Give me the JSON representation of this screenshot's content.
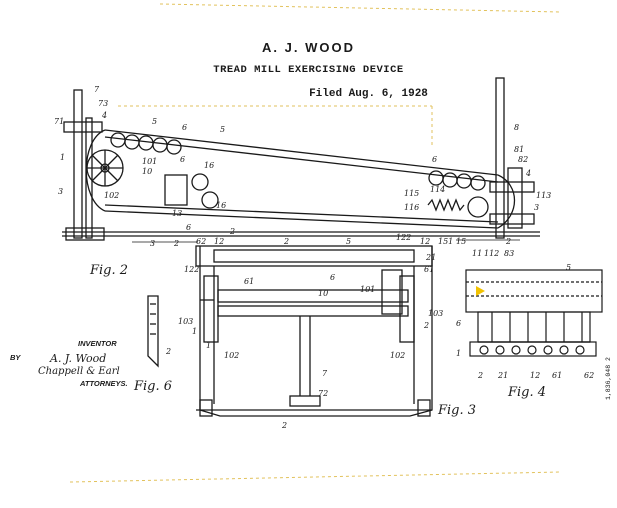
{
  "header": {
    "inventor": "A. J. WOOD",
    "title": "TREAD MILL EXERCISING DEVICE",
    "filed": "Filed Aug. 6, 1928"
  },
  "figures": {
    "fig2": "Fig. 2",
    "fig3": "Fig. 3",
    "fig4": "Fig. 4",
    "fig6": "Fig. 6"
  },
  "signature_block": {
    "inventor_caption": "INVENTOR",
    "inventor_signature": "A. J. Wood",
    "by": "BY",
    "attorney_signature": "Chappell & Earl",
    "attorney_caption": "ATTORNEYS."
  },
  "side_text": "1,836,048 2",
  "reference_numerals": {
    "fig2": [
      "7",
      "73",
      "4",
      "71",
      "3",
      "5",
      "6",
      "5",
      "1",
      "101",
      "10",
      "102",
      "6",
      "16",
      "16",
      "13",
      "3",
      "2",
      "6",
      "8",
      "81",
      "82",
      "4",
      "113",
      "6",
      "114",
      "115",
      "116",
      "3",
      "151",
      "15",
      "11",
      "112",
      "83",
      "2",
      "2"
    ],
    "fig3": [
      "62",
      "12",
      "2",
      "5",
      "122",
      "12",
      "122",
      "6",
      "21",
      "61",
      "61",
      "101",
      "10",
      "1",
      "103",
      "103",
      "2",
      "102",
      "102",
      "1",
      "7",
      "72",
      "2"
    ],
    "fig4": [
      "5",
      "6",
      "1",
      "2",
      "21",
      "12",
      "61",
      "62"
    ],
    "fig6": [
      "2"
    ]
  },
  "colors": {
    "ink": "#1a1a1a",
    "paper": "#ffffff",
    "crop_marks": "#e2c25c",
    "marker": "#f2c200"
  }
}
